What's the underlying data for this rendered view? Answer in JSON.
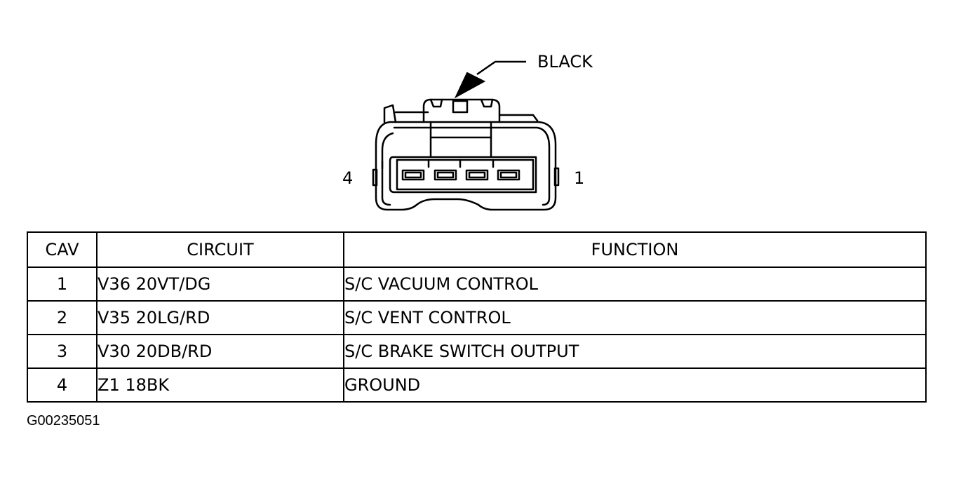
{
  "connector": {
    "color_callout": "BLACK",
    "pin_label_left": "4",
    "pin_label_right": "1"
  },
  "table": {
    "headers": [
      "CAV",
      "CIRCUIT",
      "FUNCTION"
    ],
    "rows": [
      {
        "cav": "1",
        "circuit": "V36 20VT/DG",
        "function": "S/C VACUUM CONTROL"
      },
      {
        "cav": "2",
        "circuit": "V35 20LG/RD",
        "function": "S/C VENT CONTROL"
      },
      {
        "cav": "3",
        "circuit": "V30 20DB/RD",
        "function": "S/C BRAKE SWITCH OUTPUT"
      },
      {
        "cav": "4",
        "circuit": "Z1 18BK",
        "function": "GROUND"
      }
    ]
  },
  "figure_id": "G00235051",
  "colors": {
    "line": "#000000",
    "background": "#ffffff"
  }
}
